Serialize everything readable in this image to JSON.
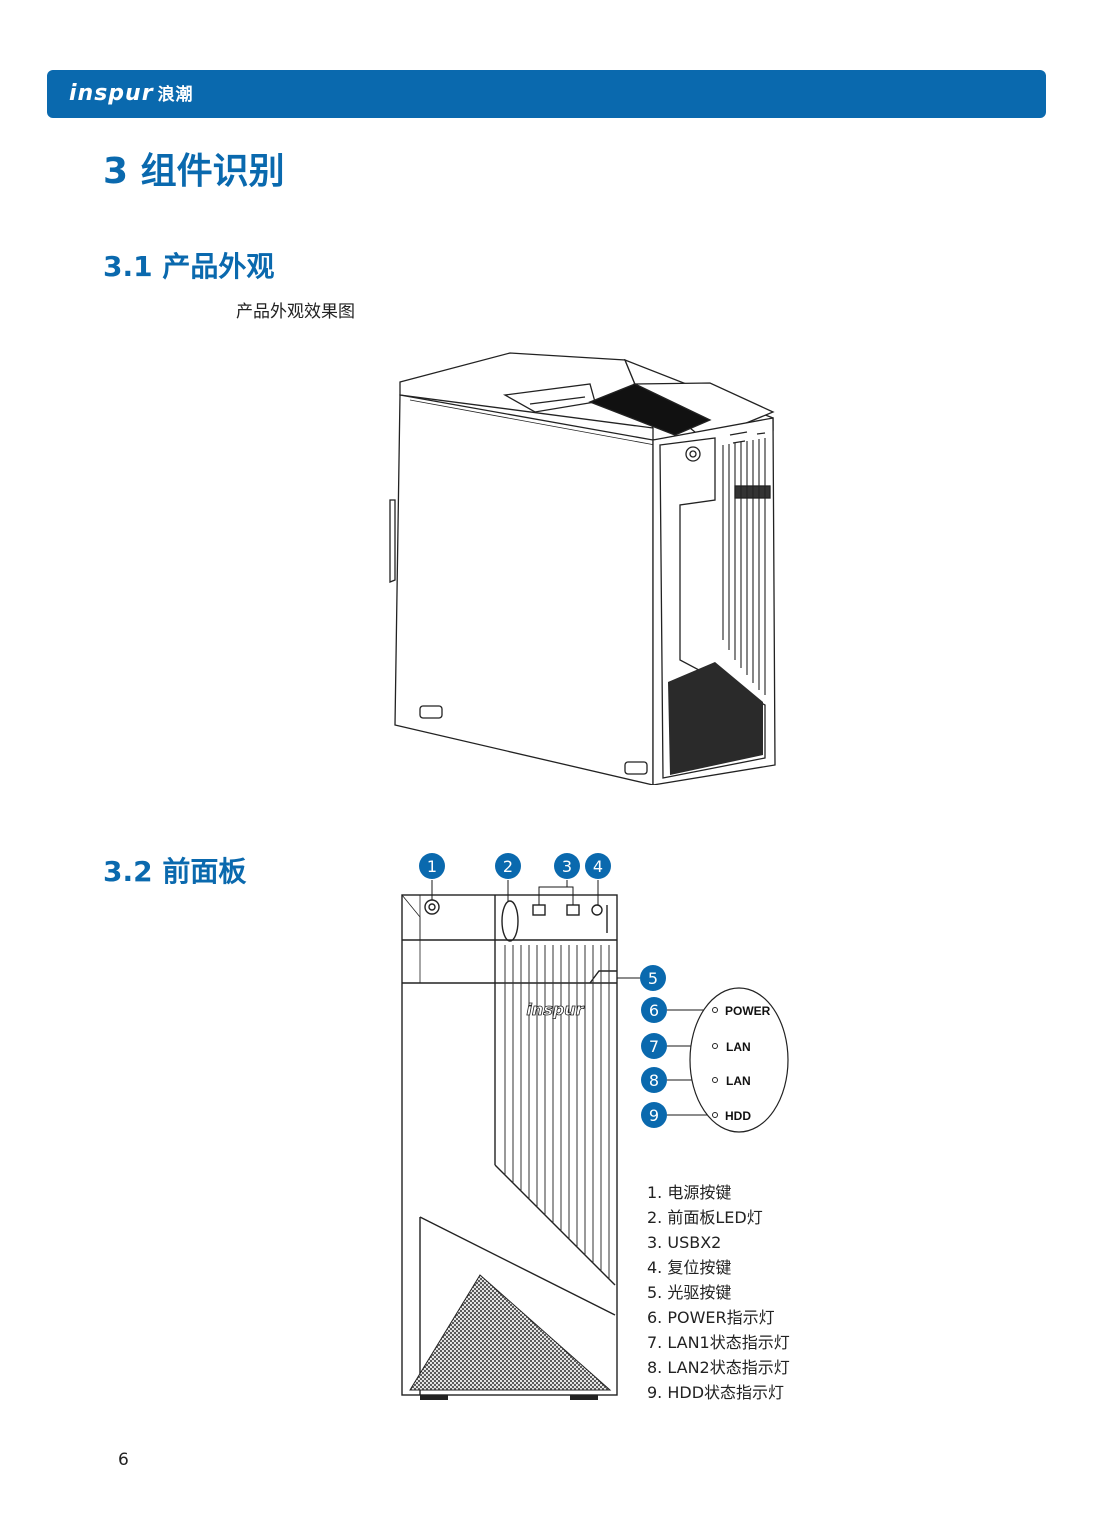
{
  "header": {
    "brand": "inspur",
    "brand_cn": "浪潮"
  },
  "section": {
    "title": "3 组件识别",
    "sub1": {
      "title": "3.1 产品外观",
      "caption": "产品外观效果图"
    },
    "sub2": {
      "title": "3.2 前面板"
    }
  },
  "callouts": [
    "1",
    "2",
    "3",
    "4",
    "5",
    "6",
    "7",
    "8",
    "9"
  ],
  "led_labels": [
    "POWER",
    "LAN",
    "LAN",
    "HDD"
  ],
  "panel_logo": "inspur",
  "legend": [
    "1. 电源按键",
    "2. 前面板LED灯",
    "3. USBX2",
    "4. 复位按键",
    "5. 光驱按键",
    "6. POWER指示灯",
    "7. LAN1状态指示灯",
    "8. LAN2状态指示灯",
    "9. HDD状态指示灯"
  ],
  "page_number": "6",
  "colors": {
    "accent": "#0a69ae"
  }
}
